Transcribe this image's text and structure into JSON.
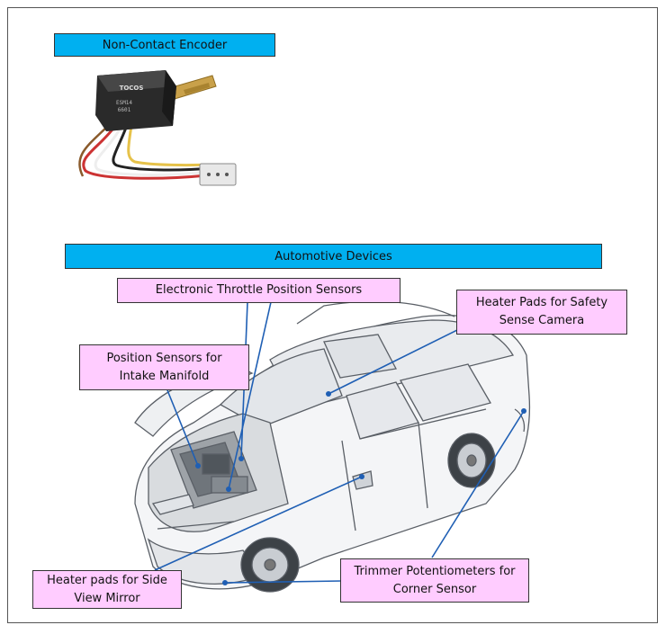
{
  "sections": {
    "encoder_title": "Non-Contact Encoder",
    "automotive_title": "Automotive Devices"
  },
  "encoder": {
    "brand": "TOCOS",
    "model_line1": "ESM14",
    "model_line2": "6601"
  },
  "callouts": {
    "throttle": "Electronic Throttle Position Sensors",
    "camera_line1": "Heater Pads for Safety",
    "camera_line2": "Sense Camera",
    "manifold_line1": "Position Sensors for",
    "manifold_line2": "Intake Manifold",
    "mirror_line1": "Heater pads for Side",
    "mirror_line2": "View Mirror",
    "corner_line1": "Trimmer Potentiometers for",
    "corner_line2": "Corner Sensor"
  },
  "colors": {
    "section_bar": "#00b0f0",
    "callout_fill": "#ffccff",
    "leader_line": "#1f5fb4"
  }
}
